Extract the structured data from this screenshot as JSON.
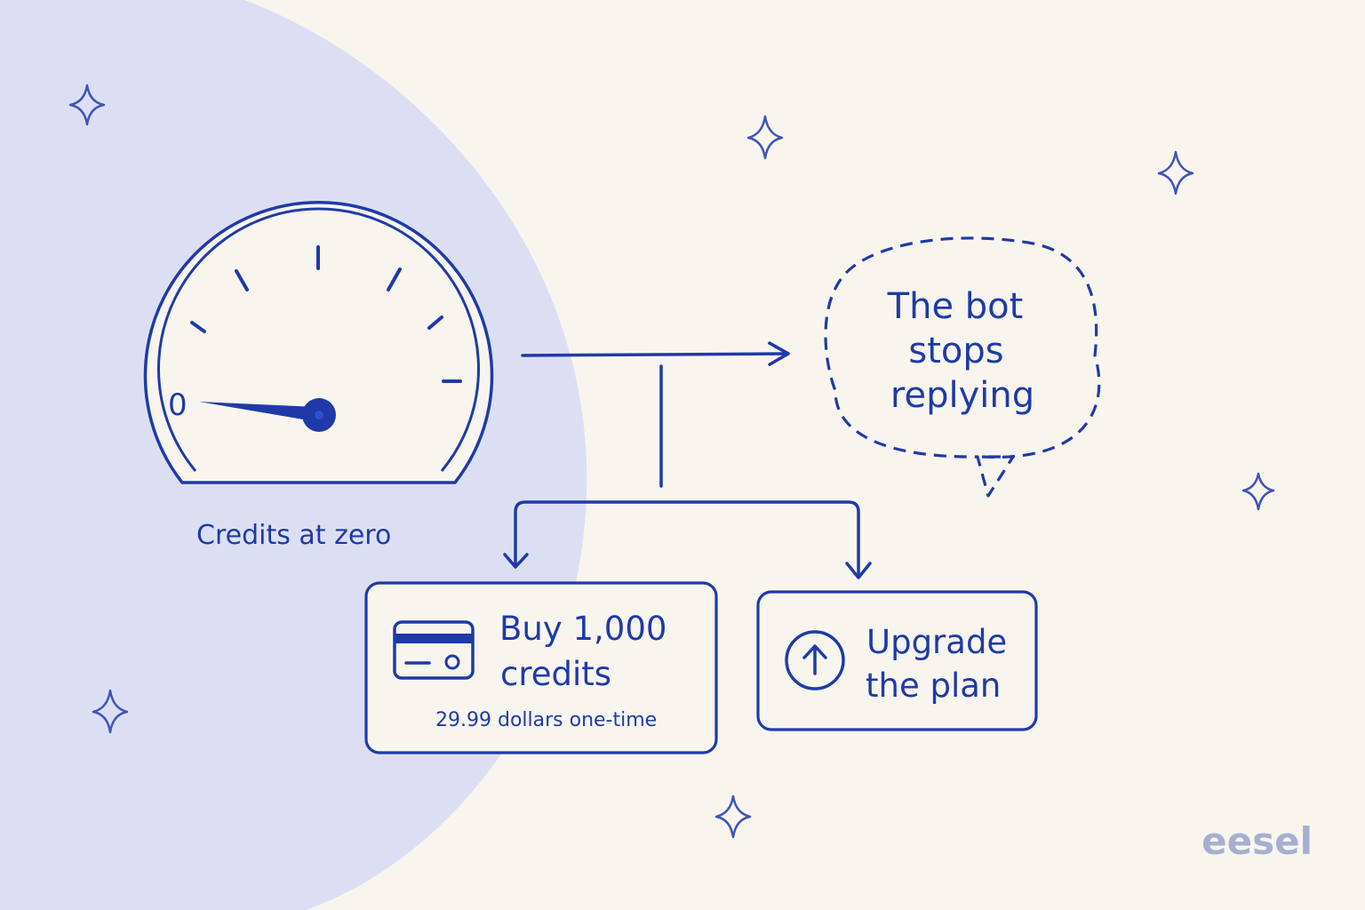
{
  "gauge": {
    "zero_label": "0",
    "caption": "Credits at zero"
  },
  "bubble": {
    "lines": [
      "The bot",
      "stops",
      "replying"
    ]
  },
  "buy_option": {
    "icon": "credit-card-icon",
    "title_lines": [
      "Buy 1,000",
      "credits"
    ],
    "price": "29.99 dollars one-time"
  },
  "upgrade_option": {
    "icon": "arrow-up-circle-icon",
    "title_lines": [
      "Upgrade",
      "the plan"
    ]
  },
  "brand": {
    "logo": "eesel"
  },
  "colors": {
    "ink": "#1f3aa8",
    "background": "#f8f5ef",
    "highlight_blob": "#dcdff3",
    "sparkle": "#3f54b8",
    "logo": "#a7afd0"
  }
}
